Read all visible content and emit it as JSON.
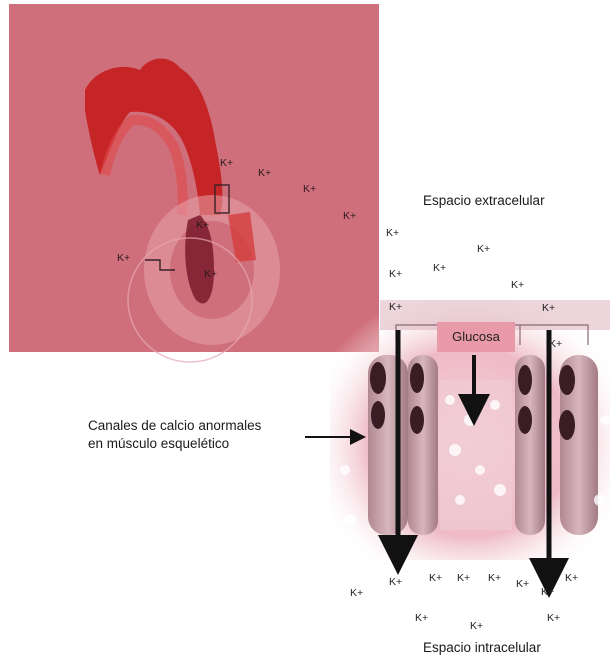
{
  "labels": {
    "extracellular": "Espacio extracelular",
    "intracellular": "Espacio intracelular",
    "glucose": "Glucosa",
    "channels_line1": "Canales de calcio anormales",
    "channels_line2": "en músculo esquelético"
  },
  "ion_label": "K+",
  "ions_panel": [
    {
      "name": "k-ion-panel-1"
    },
    {
      "name": "k-ion-panel-2"
    },
    {
      "name": "k-ion-panel-3"
    },
    {
      "name": "k-ion-panel-4"
    },
    {
      "name": "k-ion-panel-5"
    },
    {
      "name": "k-ion-panel-6"
    },
    {
      "name": "k-ion-panel-7"
    }
  ],
  "ions_extracellular": [
    {
      "name": "k-ion-extra-1"
    },
    {
      "name": "k-ion-extra-2"
    },
    {
      "name": "k-ion-extra-3"
    },
    {
      "name": "k-ion-extra-4"
    },
    {
      "name": "k-ion-extra-5"
    },
    {
      "name": "k-ion-extra-6"
    },
    {
      "name": "k-ion-extra-7"
    },
    {
      "name": "k-ion-extra-8"
    }
  ],
  "ions_intracellular": [
    {
      "name": "k-ion-intra-1"
    },
    {
      "name": "k-ion-intra-2"
    },
    {
      "name": "k-ion-intra-3"
    },
    {
      "name": "k-ion-intra-4"
    },
    {
      "name": "k-ion-intra-5"
    },
    {
      "name": "k-ion-intra-6"
    },
    {
      "name": "k-ion-intra-7"
    },
    {
      "name": "k-ion-intra-8"
    },
    {
      "name": "k-ion-intra-9"
    },
    {
      "name": "k-ion-intra-10"
    },
    {
      "name": "k-ion-intra-11"
    }
  ],
  "colors": {
    "panel": "#cf6f7b",
    "muscle": "#c41e1e",
    "membrane": "#e9b0bc",
    "channel": "#3a1c24",
    "arrow": "#111111"
  }
}
